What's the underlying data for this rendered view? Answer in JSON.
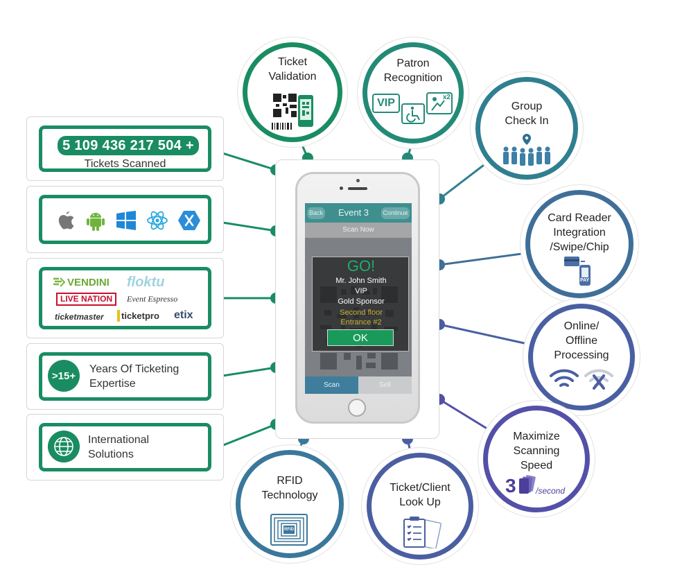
{
  "colors": {
    "green": "#1a8c62",
    "teal": "#238a78",
    "blue": "#3f6f99",
    "indigo": "#5450a8",
    "purple": "#5e3fa5"
  },
  "left_panels": {
    "tickets_count": "5 109 436 217 504 +",
    "tickets_label": "Tickets Scanned",
    "platforms": [
      "apple-icon",
      "android-icon",
      "windows-icon",
      "react-icon",
      "xamarin-icon"
    ],
    "partners": [
      "VENDINI",
      "floktu",
      "LIVE NATION",
      "Event Espresso",
      "ticketmaster",
      "ticketpro",
      "etix"
    ],
    "years_badge": ">15+",
    "years_line1": "Years Of Ticketing",
    "years_line2": "Expertise",
    "intl_line1": "International",
    "intl_line2": "Solutions"
  },
  "phone": {
    "back_label": "Back",
    "title": "Event 3",
    "continue_label": "Continue",
    "scan_now": "Scan Now",
    "result": "GO!",
    "patron_name": "Mr. John Smith",
    "patron_tier": "VIP",
    "patron_sponsor": "Gold Sponsor",
    "location_line1": "Second floor",
    "location_line2": "Entrance #2",
    "ok_label": "OK",
    "tab_scan": "Scan",
    "tab_sell": "Sell"
  },
  "features": {
    "ticket_validation": [
      "Ticket",
      "Validation"
    ],
    "patron_recognition": [
      "Patron",
      "Recognition"
    ],
    "patron_badges": [
      "VIP",
      "x2"
    ],
    "group_checkin": [
      "Group",
      "Check In"
    ],
    "card_reader": [
      "Card Reader",
      "Integration",
      "/Swipe/Chip"
    ],
    "card_pay": "PAY",
    "online_offline": [
      "Online/",
      "Offline",
      "Processing"
    ],
    "max_speed": [
      "Maximize",
      "Scanning",
      "Speed"
    ],
    "speed_value": "3",
    "speed_unit": "/second",
    "lookup": [
      "Ticket/Client",
      "Look Up"
    ],
    "rfid": [
      "RFID",
      "Technology"
    ],
    "rfid_chip_label": "RFID"
  }
}
